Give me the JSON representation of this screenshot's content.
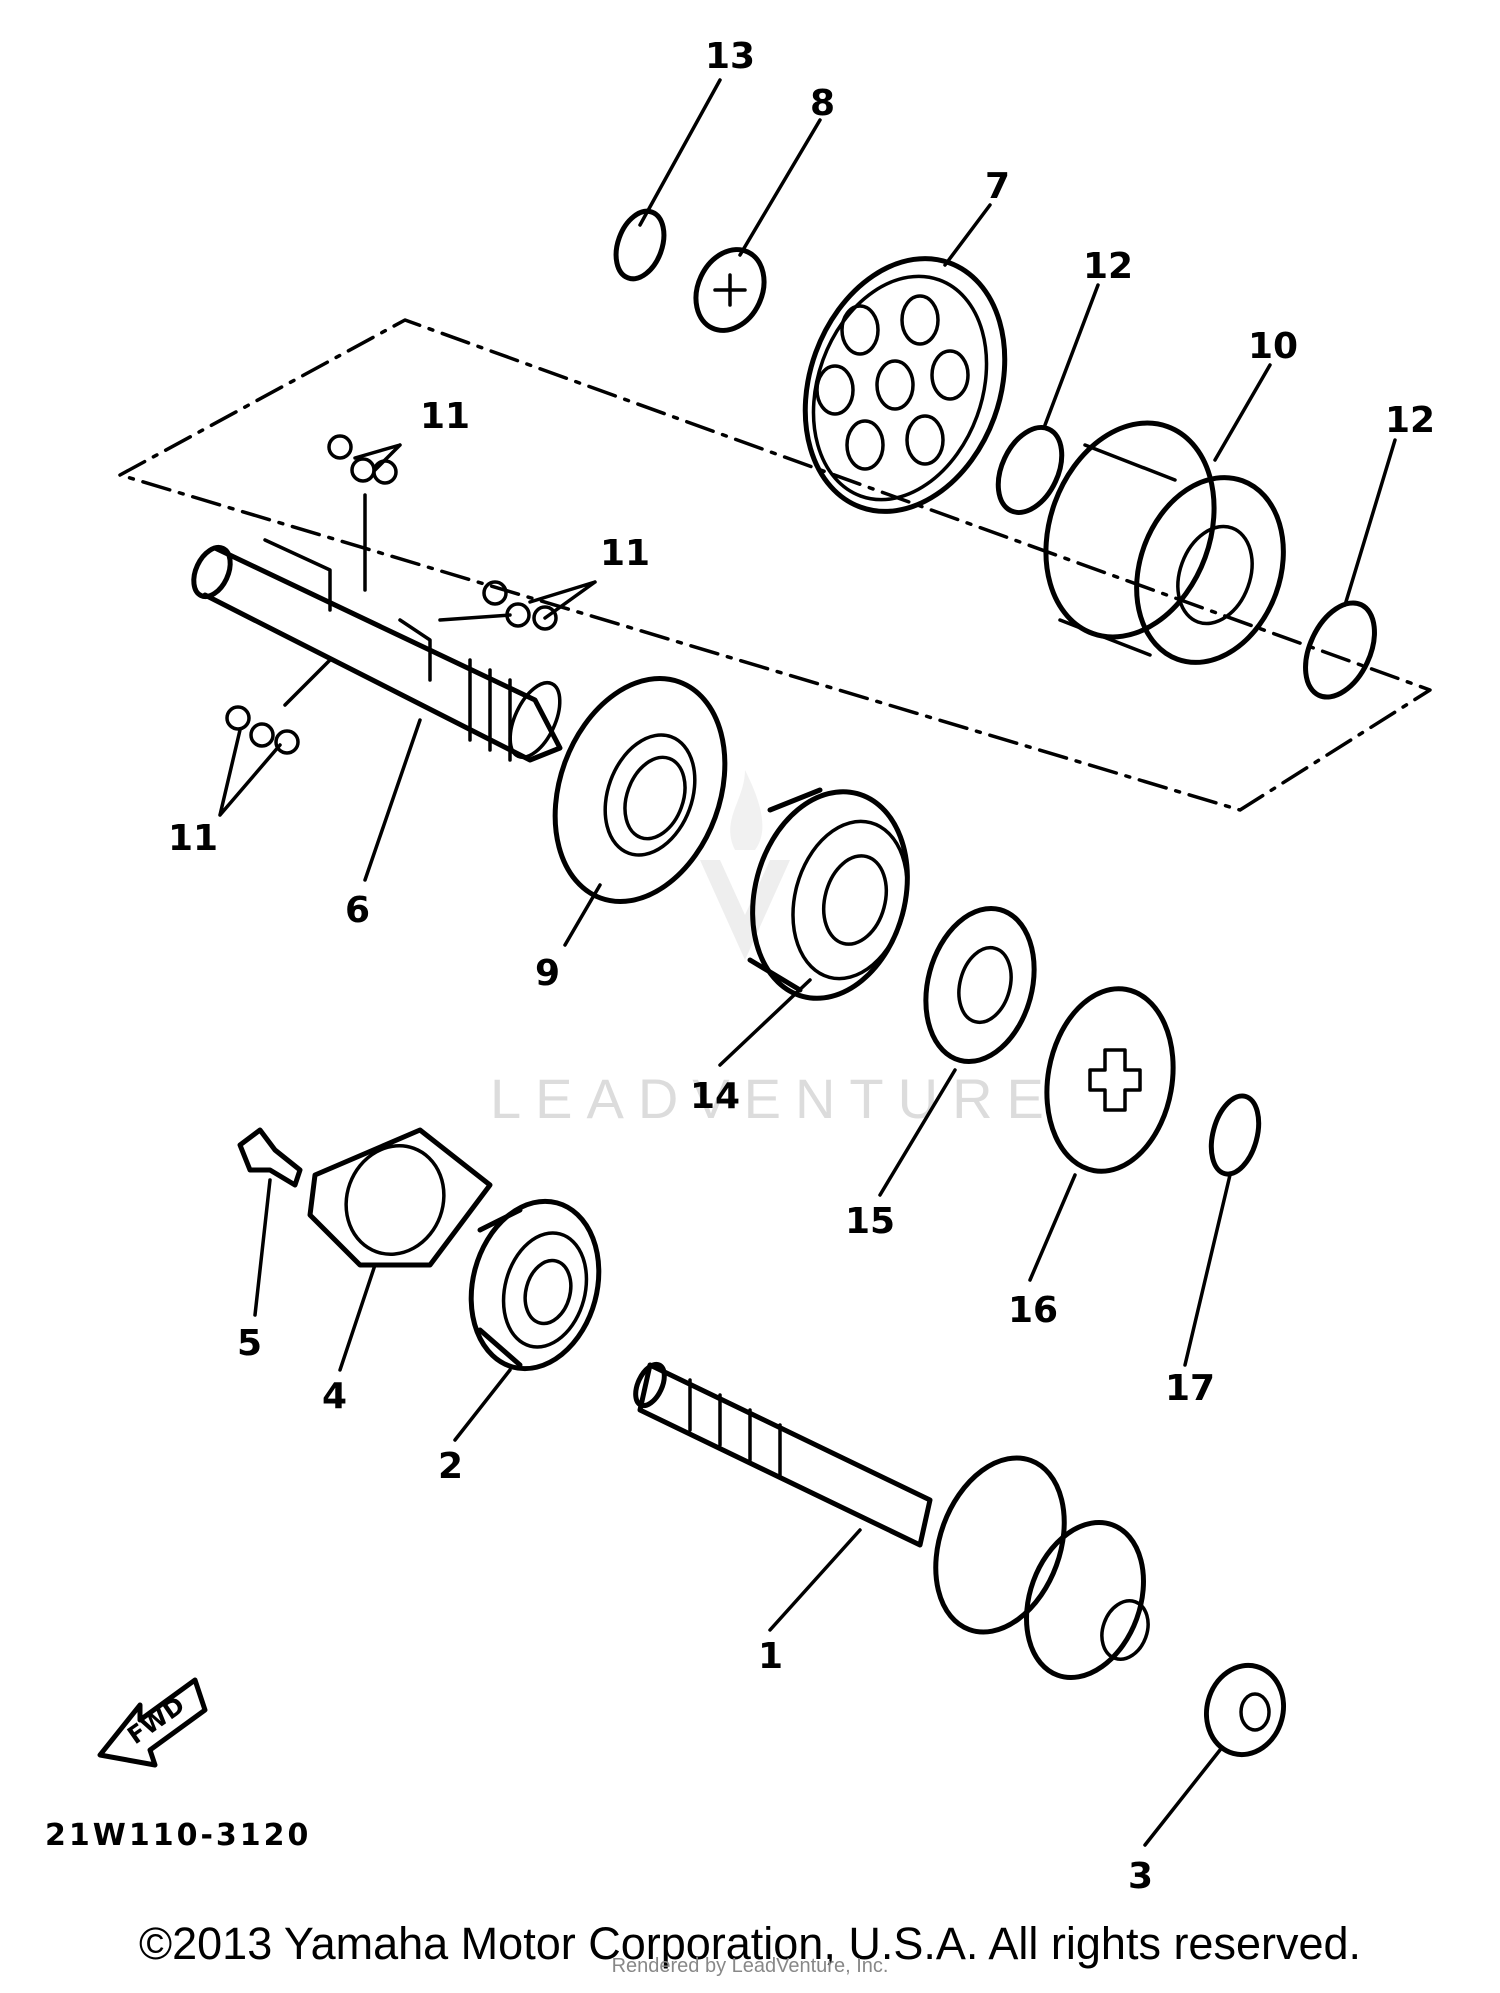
{
  "callouts": {
    "p1": "1",
    "p2": "2",
    "p3": "3",
    "p4": "4",
    "p5": "5",
    "p6": "6",
    "p7": "7",
    "p8": "8",
    "p9": "9",
    "p10": "10",
    "p11a": "11",
    "p11b": "11",
    "p11c": "11",
    "p12a": "12",
    "p12b": "12",
    "p13": "13",
    "p14": "14",
    "p15": "15",
    "p16": "16",
    "p17": "17"
  },
  "diagram_code": "21W110-3120",
  "fwd_label": "FWD",
  "watermark": "LEADVENTURE",
  "copyright": "©2013 Yamaha Motor Corporation, U.S.A. All rights reserved.",
  "rendered_by": "Rendered by LeadVenture, Inc."
}
